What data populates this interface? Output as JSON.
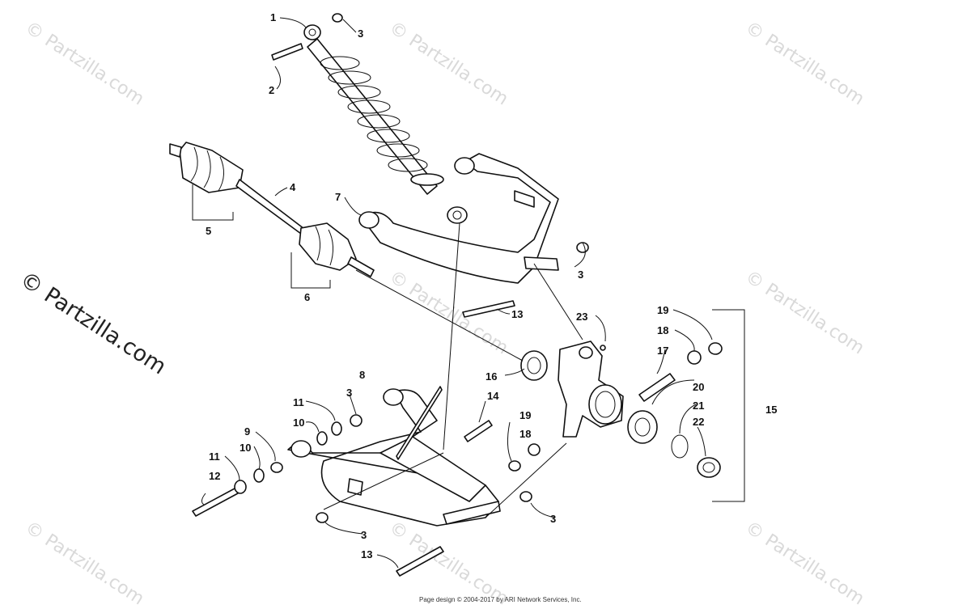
{
  "watermark": {
    "text": "© Partzilla.com",
    "main_text": "© Partzilla.com"
  },
  "footer": {
    "text": "Page design © 2004-2017 by ARI Network Services, Inc."
  },
  "callouts": {
    "c1": "1",
    "c2": "2",
    "c3a": "3",
    "c3b": "3",
    "c3c": "3",
    "c3d": "3",
    "c3e": "3",
    "c4": "4",
    "c5": "5",
    "c6": "6",
    "c7": "7",
    "c8": "8",
    "c9": "9",
    "c10a": "10",
    "c10b": "10",
    "c11a": "11",
    "c11b": "11",
    "c12": "12",
    "c13a": "13",
    "c13b": "13",
    "c14": "14",
    "c15": "15",
    "c16": "16",
    "c17": "17",
    "c18a": "18",
    "c18b": "18",
    "c19a": "19",
    "c19b": "19",
    "c20": "20",
    "c21": "21",
    "c22": "22",
    "c23": "23"
  }
}
